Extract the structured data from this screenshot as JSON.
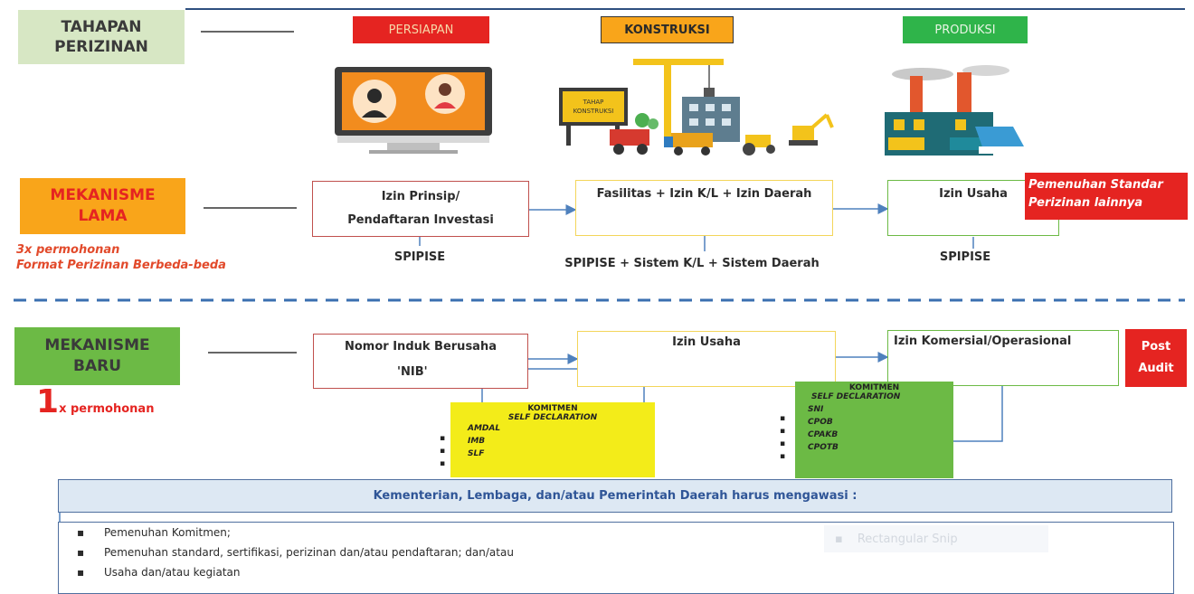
{
  "header": {
    "tahapan_line1": "TAHAPAN",
    "tahapan_line2": "PERIZINAN",
    "stages": [
      {
        "label": "PERSIAPAN",
        "color": "#e52421"
      },
      {
        "label": "KONSTRUKSI",
        "color": "#f9a51a"
      },
      {
        "label": "PRODUKSI",
        "color": "#2fb44a"
      }
    ],
    "construction_sign_line1": "TAHAP",
    "construction_sign_line2": "KONSTRUKSI"
  },
  "lama": {
    "title_line1": "MEKANISME",
    "title_line2": "LAMA",
    "note_line1": "3x permohonan",
    "note_line2": "Format Perizinan Berbeda-beda",
    "box1_line1": "Izin Prinsip/",
    "box1_line2": "Pendaftaran Investasi",
    "box2": "Fasilitas  + Izin K/L  + Izin Daerah",
    "box3": "Izin  Usaha",
    "red_note_line1": "Pemenuhan Standar",
    "red_note_line2": "Perizinan lainnya",
    "sys1": "SPIPISE",
    "sys2": "SPIPISE + Sistem K/L + Sistem Daerah",
    "sys3": "SPIPISE"
  },
  "baru": {
    "title_line1": "MEKANISME",
    "title_line2": "BARU",
    "count_big": "1",
    "count_text": "x permohonan",
    "box1_line1": "Nomor Induk Berusaha",
    "box1_line2": "'NIB'",
    "box2": "Izin Usaha",
    "box3": "Izin  Komersial/Operasional",
    "post_line1": "Post",
    "post_line2": "Audit",
    "komitmen1": {
      "title": "KOMITMEN",
      "subtitle": "SELF DECLARATION",
      "items": [
        "AMDAL",
        "IMB",
        "SLF"
      ]
    },
    "komitmen2": {
      "title": "KOMITMEN",
      "subtitle": "SELF DECLARATION",
      "items": [
        "SNI",
        "CPOB",
        "CPAKB",
        "CPOTB"
      ]
    }
  },
  "oversight": {
    "header": "Kementerian, Lembaga, dan/atau Pemerintah Daerah harus mengawasi :",
    "items": [
      "Pemenuhan Komitmen;",
      "Pemenuhan standard, sertifikasi, perizinan dan/atau pendaftaran; dan/atau",
      "Usaha dan/atau kegiatan"
    ],
    "ghost_text": "Rectangular Snip"
  },
  "colors": {
    "red": "#e52421",
    "orange": "#f9a51a",
    "green": "#6cba45",
    "yellow": "#f3ec19",
    "lightgreen": "#d7e7c4",
    "bluebox": "#dde8f3",
    "arrow": "#4f81bd"
  }
}
